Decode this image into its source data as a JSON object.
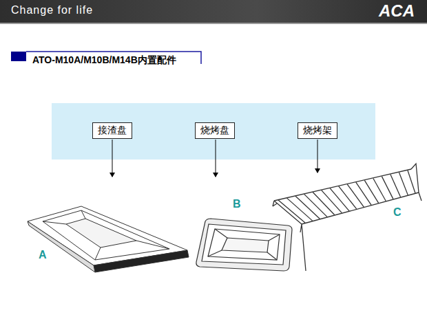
{
  "diagram": {
    "title": "ATO-M10A/M10B/M14B内置配件",
    "nodes": [
      {
        "text": [
          "接渣盘"
        ]
      },
      {
        "text": [
          "烧烤盘"
        ]
      },
      {
        "text": [
          "烧烤架"
        ]
      }
    ],
    "labels": [
      "Change for life",
      "ACA",
      "A",
      "B",
      "C"
    ]
  }
}
